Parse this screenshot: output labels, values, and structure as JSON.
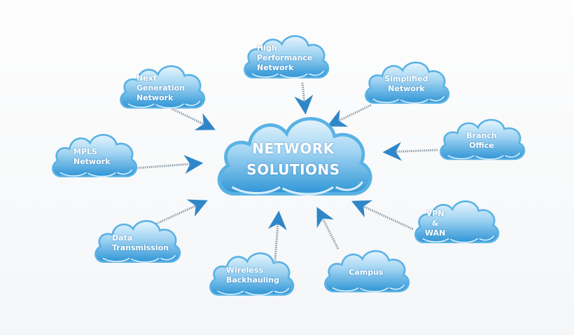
{
  "title": "NETWORK\nSOLUTIONS",
  "nodes": [
    {
      "id": "high-performance",
      "label": "High\nPerformance\nNetwork"
    },
    {
      "id": "next-generation",
      "label": "Next\nGeneration\nNetwork"
    },
    {
      "id": "simplified",
      "label": "Simplified\nNetwork"
    },
    {
      "id": "mpls",
      "label": "MPLS\nNetwork"
    },
    {
      "id": "branch-office",
      "label": "Branch\nOffice"
    },
    {
      "id": "data-transmission",
      "label": "Data\nTransmission"
    },
    {
      "id": "wireless-backhauling",
      "label": "Wireless\nBackhauling"
    },
    {
      "id": "campus",
      "label": "Campus"
    },
    {
      "id": "vpn-wan",
      "label": "VPN\n&\nWAN"
    }
  ],
  "colors": {
    "cloud_top": "#e4f4fd",
    "cloud_bottom": "#2f95d6",
    "cloud_stroke": "#5ab2e4",
    "arrow": "#8a9aa6",
    "arrowhead": "#2f86c8"
  }
}
